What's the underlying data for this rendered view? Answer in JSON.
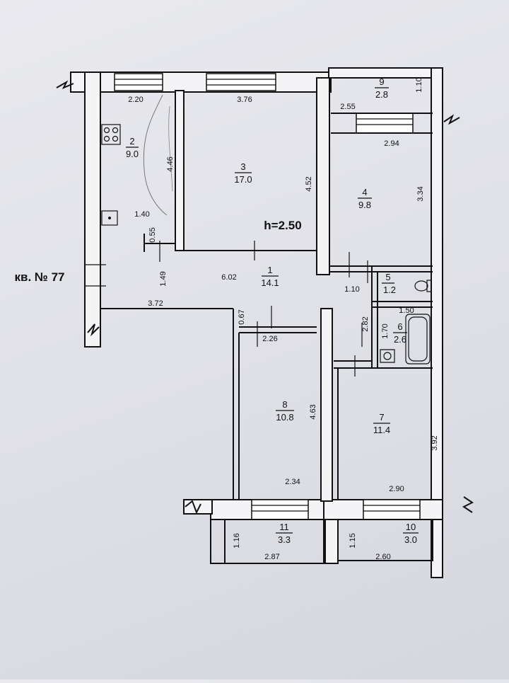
{
  "apartment_label": "кв. № 77",
  "ceiling_height": "h=2.50",
  "rooms": [
    {
      "key": "r1",
      "number": "1",
      "area": "14.1"
    },
    {
      "key": "r2",
      "number": "2",
      "area": "9.0"
    },
    {
      "key": "r3",
      "number": "3",
      "area": "17.0"
    },
    {
      "key": "r4",
      "number": "4",
      "area": "9.8"
    },
    {
      "key": "r5",
      "number": "5",
      "area": "1.2"
    },
    {
      "key": "r6",
      "number": "6",
      "area": "2.6"
    },
    {
      "key": "r7",
      "number": "7",
      "area": "11.4"
    },
    {
      "key": "r8",
      "number": "8",
      "area": "10.8"
    },
    {
      "key": "r9",
      "number": "9",
      "area": "2.8"
    },
    {
      "key": "r10",
      "number": "10",
      "area": "3.0"
    },
    {
      "key": "r11",
      "number": "11",
      "area": "3.3"
    }
  ],
  "dimensions": {
    "d_2_20": "2.20",
    "d_3_76": "3.76",
    "d_4_46": "4.46",
    "d_4_52": "4.52",
    "d_1_40": "1.40",
    "d_0_55": "0.55",
    "d_1_49": "1.49",
    "d_6_02": "6.02",
    "d_3_72": "3.72",
    "d_0_67": "0.67",
    "d_2_26": "2.26",
    "d_2_55": "2.55",
    "d_1_10a": "1.10",
    "d_2_94": "2.94",
    "d_3_34": "3.34",
    "d_1_10b": "1.10",
    "d_2_82": "2.82",
    "d_1_70": "1.70",
    "d_1_50": "1.50",
    "d_4_63": "4.63",
    "d_3_92": "3.92",
    "d_2_34": "2.34",
    "d_2_90": "2.90",
    "d_1_16": "1.16",
    "d_2_87": "2.87",
    "d_1_15": "1.15",
    "d_2_60": "2.60"
  }
}
